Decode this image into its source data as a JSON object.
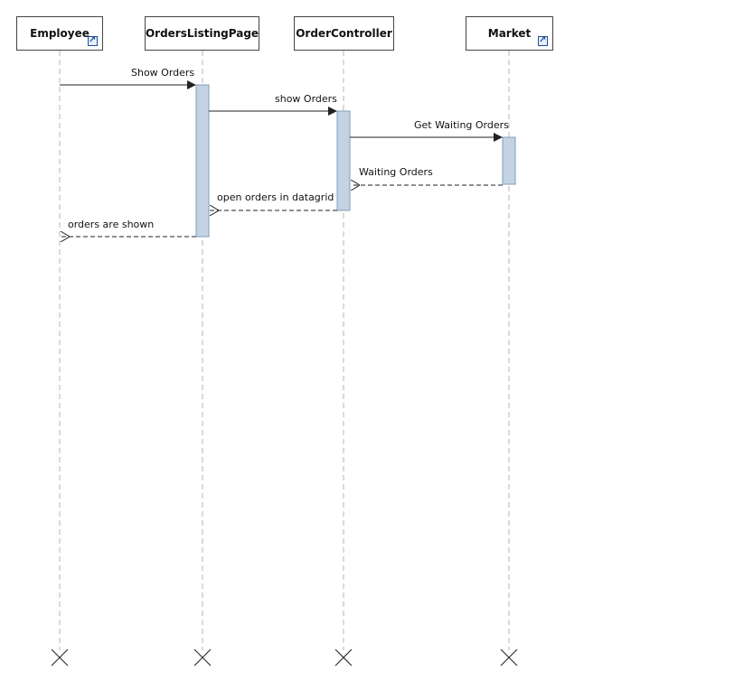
{
  "participants": [
    {
      "name": "Employee",
      "shortcut_icon": true
    },
    {
      "name": "OrdersListingPage",
      "shortcut_icon": false
    },
    {
      "name": "OrderController",
      "shortcut_icon": false
    },
    {
      "name": "Market",
      "shortcut_icon": true
    }
  ],
  "messages": [
    {
      "label": "Show Orders",
      "from": "Employee",
      "to": "OrdersListingPage",
      "kind": "sync"
    },
    {
      "label": "show Orders",
      "from": "OrdersListingPage",
      "to": "OrderController",
      "kind": "sync"
    },
    {
      "label": "Get Waiting Orders",
      "from": "OrderController",
      "to": "Market",
      "kind": "sync"
    },
    {
      "label": "Waiting Orders",
      "from": "Market",
      "to": "OrderController",
      "kind": "return"
    },
    {
      "label": "open orders in datagrid",
      "from": "OrderController",
      "to": "OrdersListingPage",
      "kind": "return"
    },
    {
      "label": "orders are shown",
      "from": "OrdersListingPage",
      "to": "Employee",
      "kind": "return"
    }
  ],
  "colors": {
    "lifeline": "#b5b5b5",
    "activation_fill": "#c3d3e3",
    "activation_border": "#7f9cb8",
    "message_line": "#222222"
  },
  "icons": [
    "shortcut-arrow-icon",
    "destroy-x-icon"
  ]
}
